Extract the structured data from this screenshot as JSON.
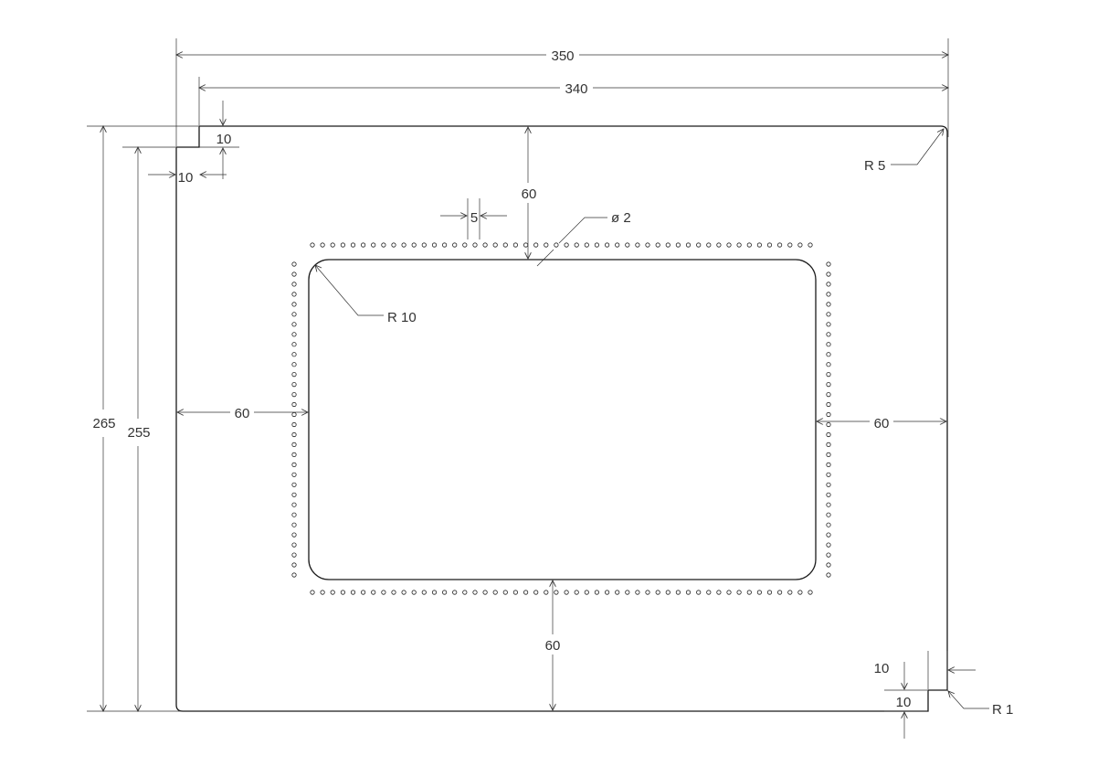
{
  "colors": {
    "line": "#1a1a1a",
    "dimension": "#333333",
    "background": "#ffffff"
  },
  "dimensions": {
    "overall_width": "350",
    "inner_width": "340",
    "overall_height": "265",
    "inner_height": "255",
    "top_notch_height": "10",
    "top_notch_width": "10",
    "margin_top": "60",
    "margin_left": "60",
    "margin_right": "60",
    "margin_bottom": "60",
    "hole_spacing": "5",
    "hole_diameter": "ø 2",
    "corner_radius_outer": "R 5",
    "corner_radius_window": "R 10",
    "corner_radius_notch": "R 1",
    "bottom_notch_width": "10",
    "bottom_notch_height": "10"
  }
}
